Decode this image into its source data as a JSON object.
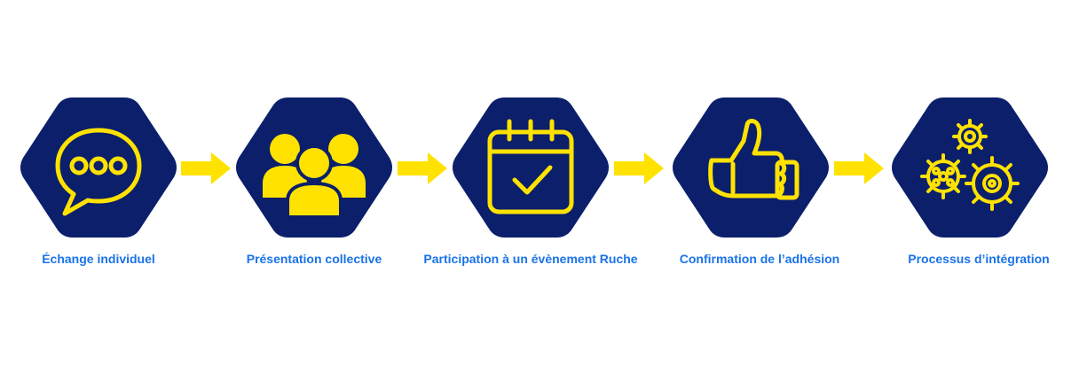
{
  "colors": {
    "hexagon": "#0b1f6b",
    "accent": "#ffe200",
    "label": "#1a73e8"
  },
  "steps": [
    {
      "label": "Échange individuel",
      "icon": "speech-bubble-icon"
    },
    {
      "label": "Présentation collective",
      "icon": "group-people-icon"
    },
    {
      "label": "Participation à un évènement Ruche",
      "icon": "calendar-check-icon"
    },
    {
      "label": "Confirmation de l’adhésion",
      "icon": "thumbs-up-icon"
    },
    {
      "label": "Processus d’intégration",
      "icon": "gears-icon"
    }
  ]
}
